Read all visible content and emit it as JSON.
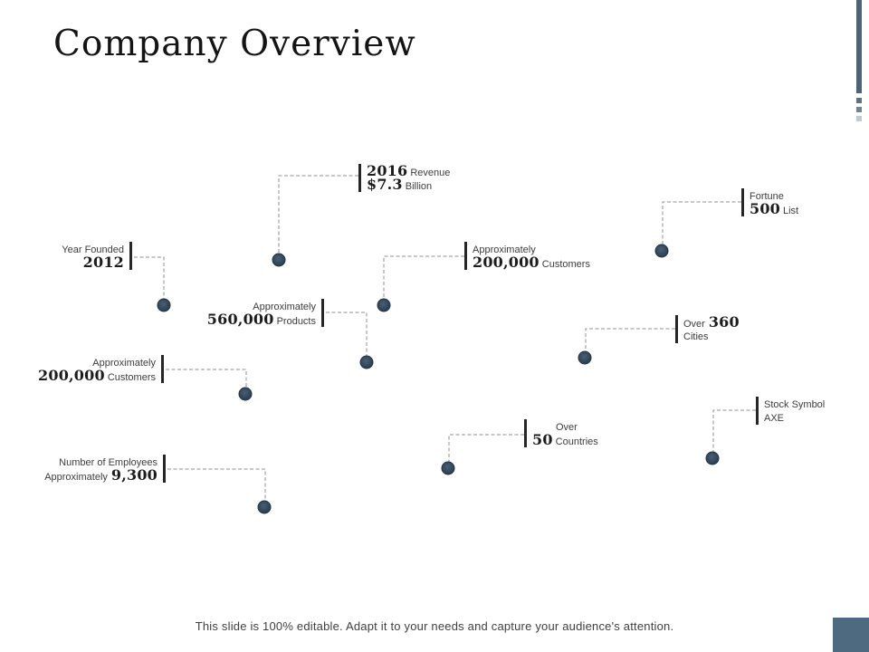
{
  "slide": {
    "title": "Company Overview",
    "footer": "This slide is 100% editable. Adapt it to your needs and capture your audience's attention."
  },
  "facts": [
    {
      "id": "revenue",
      "line1_big": "2016",
      "line1_small": "Revenue",
      "line2_big": "$7.3",
      "line2_small": "Billion"
    },
    {
      "id": "fortune",
      "line1_small": "Fortune",
      "line2_big": "500",
      "line2_small": "List"
    },
    {
      "id": "year-founded",
      "line1_small": "Year Founded",
      "line2_big": "2012"
    },
    {
      "id": "customers-center",
      "line1_small": "Approximately",
      "line2_big": "200,000",
      "line2_small": "Customers"
    },
    {
      "id": "products",
      "line1_small": "Approximately",
      "line2_big": "560,000",
      "line2_small": "Products"
    },
    {
      "id": "cities",
      "line1_small": "Over",
      "line1_big": "360",
      "line2_small": "Cities"
    },
    {
      "id": "customers-left",
      "line1_small": "Approximately",
      "line2_big": "200,000",
      "line2_small": "Customers"
    },
    {
      "id": "stock-symbol",
      "line1_small": "Stock Symbol",
      "line2_small": "AXE"
    },
    {
      "id": "countries",
      "line1_small": "Over",
      "line2_big": "50",
      "line2_small": "Countries"
    },
    {
      "id": "employees",
      "line1_small": "Number of Employees",
      "line2_pre_small": "Approximately",
      "line2_big": "9,300"
    }
  ],
  "colors": {
    "accent_slate": "#4d6377",
    "corner_square": "#4e6a80",
    "node_fill": "#31455a",
    "node_edge": "#24344a",
    "dashed_line": "#8f8f8f",
    "text_dark": "#1c1c1c",
    "text_label": "#3c3c3c"
  }
}
